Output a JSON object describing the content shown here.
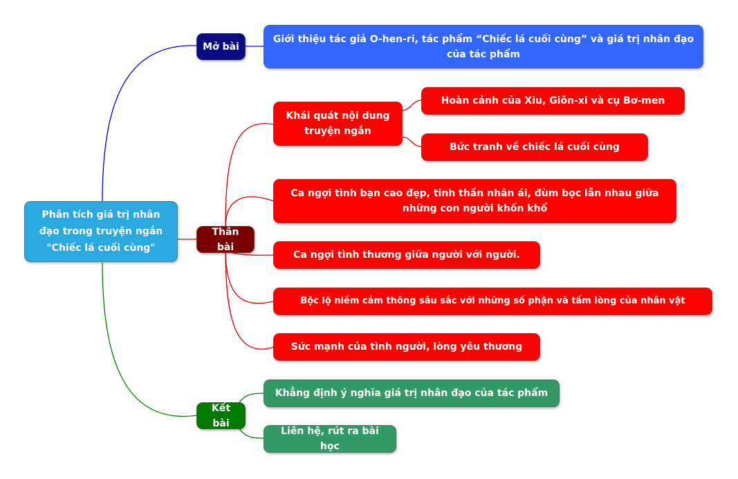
{
  "colors": {
    "root": "#29a9e0",
    "mo_bai_section": "#0c0c82",
    "mo_bai_leaf": "#3366ff",
    "mo_bai_line": "#0000dd",
    "than_bai_section": "#7a0000",
    "than_bai_leaf": "#ff0000",
    "than_bai_line": "#dd0000",
    "ket_bai_section": "#007a00",
    "ket_bai_leaf": "#339966",
    "ket_bai_line": "#008000"
  },
  "root": {
    "label": "Phân tích giá trị nhân đạo trong truyện ngắn \"Chiếc lá cuối cùng\""
  },
  "sections": {
    "mo_bai": {
      "label": "Mở bài",
      "items": [
        "Giới thiệu tác giả O-hen-ri, tác phẩm “Chiếc lá cuối cùng” và giá trị nhân đạo của tác phẩm"
      ]
    },
    "than_bai": {
      "label": "Thân bài",
      "items": [
        {
          "label": "Khái quát nội dung truyện ngắn",
          "children": [
            "Hoàn cảnh của Xiu, Giôn-xi và cụ Bơ-men",
            "Bức tranh về chiếc lá cuối cùng"
          ]
        },
        {
          "label": "Ca ngợi tình bạn cao đẹp, tinh thần nhân ái, đùm bọc lẫn nhau giữa những con người khốn khổ"
        },
        {
          "label": "Ca ngợi tình thương giữa người với người."
        },
        {
          "label": "Bộc lộ niềm cảm thông sâu sắc với những số phận và tấm lòng của nhân vật"
        },
        {
          "label": "Sức mạnh của tình người, lòng yêu thương"
        }
      ]
    },
    "ket_bai": {
      "label": "Kết bài",
      "items": [
        "Khẳng định ý nghĩa giá trị nhân đạo của tác phẩm",
        "Liên hệ, rút ra bài học"
      ]
    }
  }
}
